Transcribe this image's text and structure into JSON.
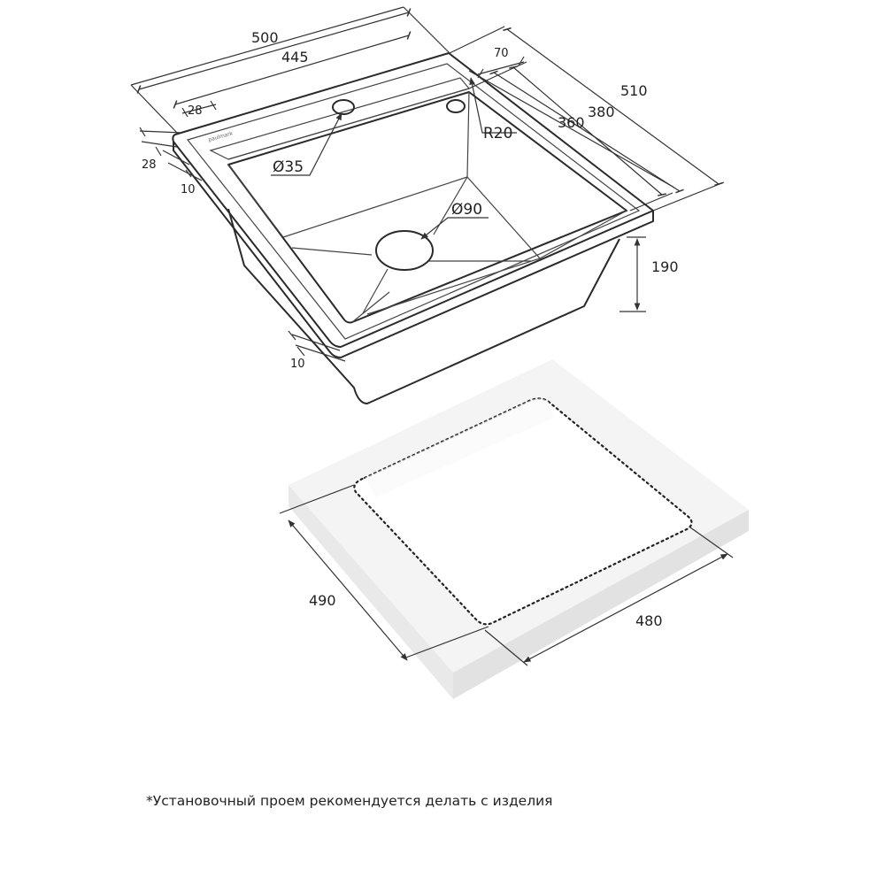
{
  "brand": "paulmark",
  "sink_dimensions": {
    "overall_width": "500",
    "bowl_width": "445",
    "overall_depth": "510",
    "depth_380": "380",
    "depth_360": "360",
    "offset_70": "70",
    "corner_radius": "R20",
    "tap_hole": "Ø35",
    "drain": "Ø90",
    "bowl_height": "190",
    "rim_28_top": "28",
    "rim_28_side": "28",
    "rim_10_side": "10",
    "rim_10_bottom": "10"
  },
  "cutout_dimensions": {
    "depth": "490",
    "width": "480"
  },
  "footnote": "*Установочный проем рекомендуется делать с изделия"
}
